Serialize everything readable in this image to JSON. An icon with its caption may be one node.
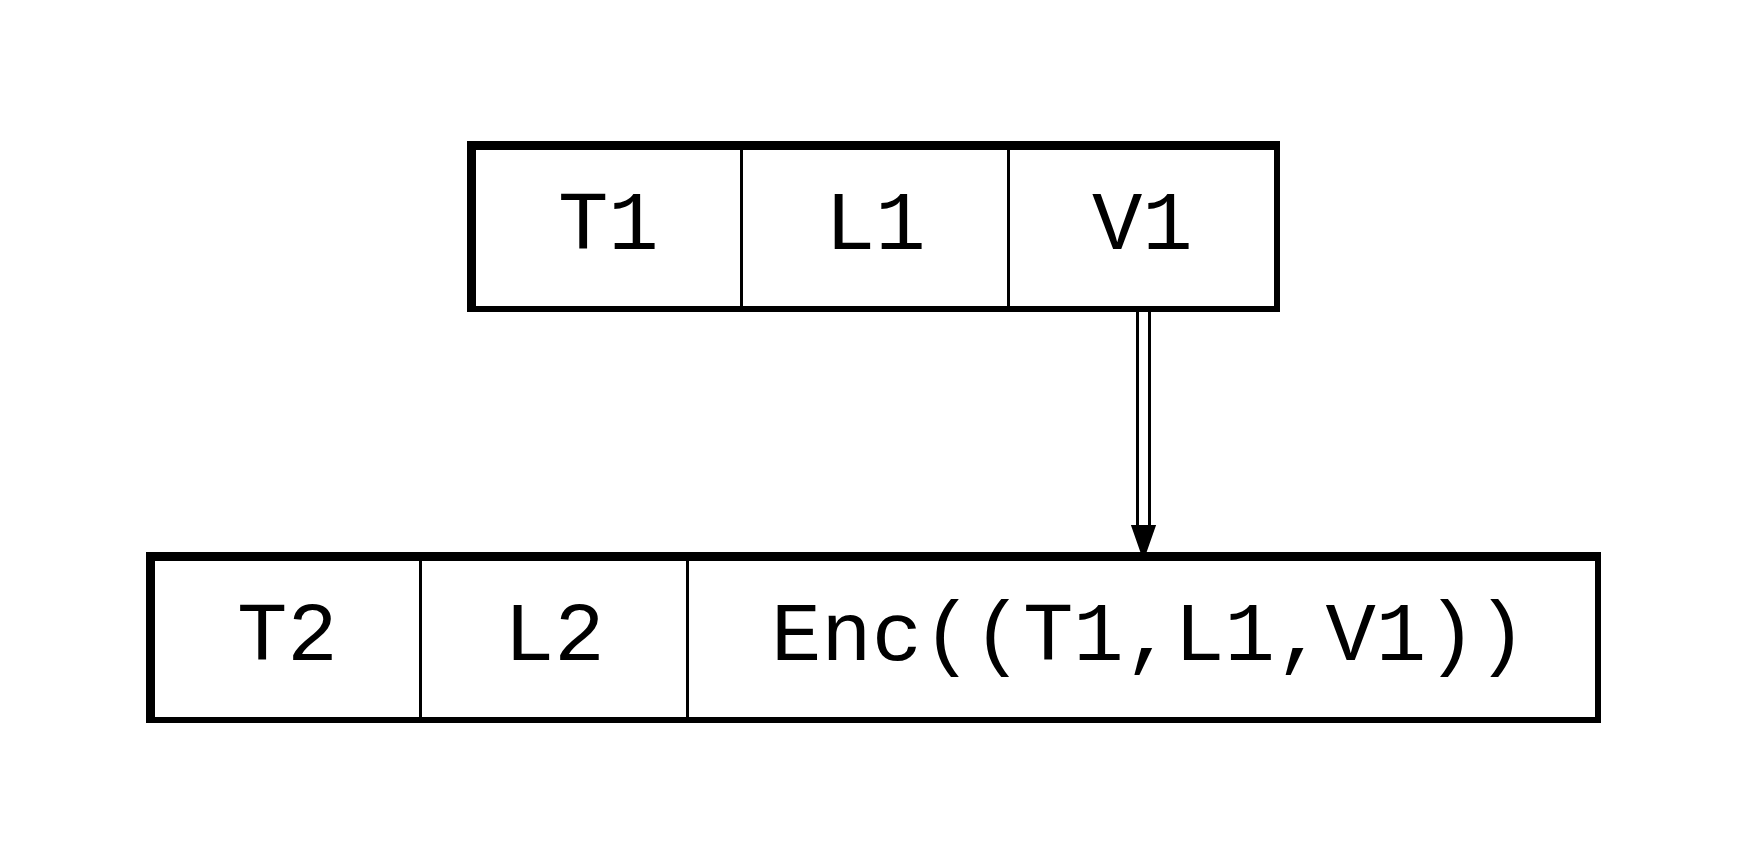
{
  "diagram": {
    "nodes": [
      {
        "text": [
          "T1",
          "L1",
          "V1"
        ]
      },
      {
        "text": [
          "T2",
          "L2",
          "Enc((T1,L1,V1))"
        ]
      }
    ],
    "edges": [
      {
        "from": 0,
        "to": 1,
        "arrow": "to"
      }
    ]
  }
}
